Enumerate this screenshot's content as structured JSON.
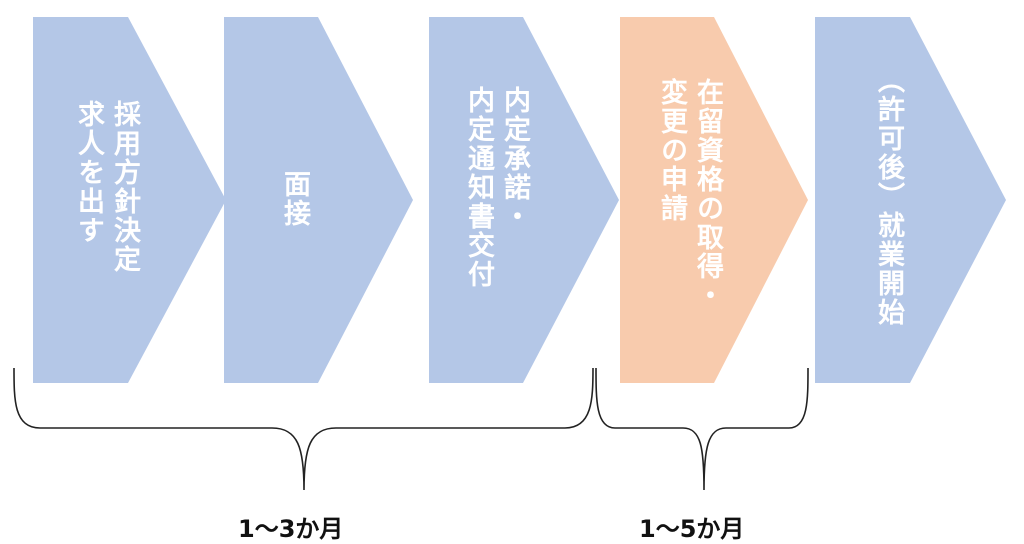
{
  "steps": [
    {
      "label": "採用方針決定\n求人を出す",
      "color": "#b4c7e7"
    },
    {
      "label": "面接",
      "color": "#b4c7e7"
    },
    {
      "label": "内定承諾・\n内定通知書交付",
      "color": "#b4c7e7"
    },
    {
      "label": "在留資格の取得・\n変更の申請",
      "color": "#f8cbad"
    },
    {
      "label": "（許可後）就業開始",
      "color": "#b4c7e7"
    }
  ],
  "durations": [
    {
      "label": "1～3か月"
    },
    {
      "label": "1～5か月"
    }
  ],
  "colors": {
    "text_on_step": "#ffffff",
    "brace": "#222222"
  }
}
